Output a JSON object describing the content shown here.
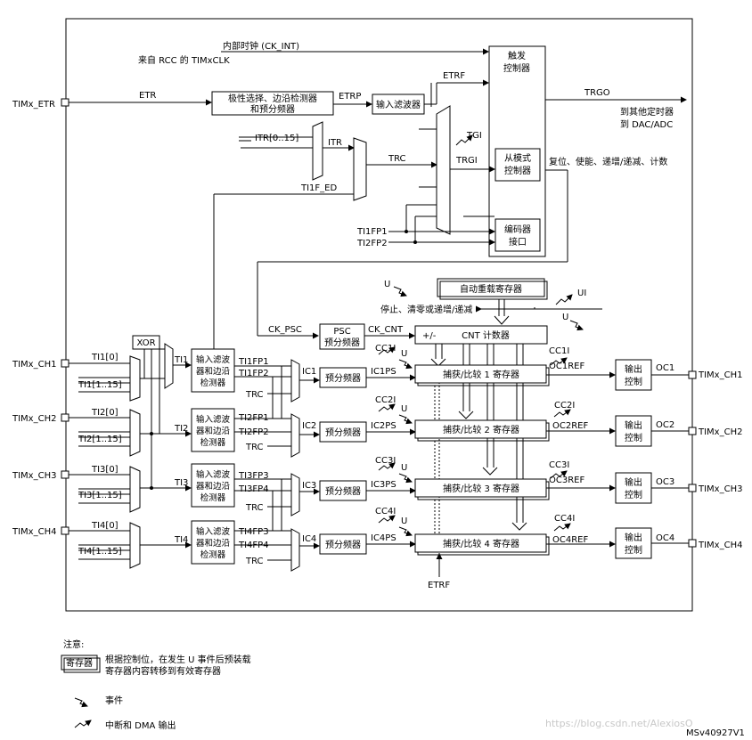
{
  "clock": {
    "internal_clock": "内部时钟 (CK_INT)",
    "from_rcc": "来自 RCC 的 TIMxCLK"
  },
  "pins": {
    "etr": "TIMx_ETR",
    "ch1_in": "TIMx_CH1",
    "ch2_in": "TIMx_CH2",
    "ch3_in": "TIMx_CH3",
    "ch4_in": "TIMx_CH4",
    "ch1_out": "TIMx_CH1",
    "ch2_out": "TIMx_CH2",
    "ch3_out": "TIMx_CH3",
    "ch4_out": "TIMx_CH4"
  },
  "signals": {
    "etr": "ETR",
    "etrp": "ETRP",
    "etrf": "ETRF",
    "etrf_bottom": "ETRF",
    "trgo": "TRGO",
    "to_other": "到其他定时器",
    "to_dac": "到 DAC/ADC",
    "itr_in": "ITR[0..15]",
    "itr": "ITR",
    "trc": "TRC",
    "trgi": "TRGI",
    "tgi": "TGI",
    "ti1f_ed": "TI1F_ED",
    "ti1fp1": "TI1FP1",
    "ti2fp2": "TI2FP2",
    "reset_etc": "复位、使能、递增/递减、计数",
    "ck_psc": "CK_PSC",
    "ck_cnt": "CK_CNT",
    "u": "U",
    "ui": "UI",
    "u2": "U",
    "updown": "+/-",
    "stop_clear": "停止、清零或递增/递减",
    "xor": "XOR",
    "ti1": "TI1",
    "ti2": "TI2",
    "ti3": "TI3",
    "ti4": "TI4",
    "ti1_0": "TI1[0]",
    "ti1_115": "TI1[1..15]",
    "ti2_0": "TI2[0]",
    "ti2_115": "TI2[1..15]",
    "ti3_0": "TI3[0]",
    "ti3_115": "TI3[1..15]",
    "ti4_0": "TI4[0]",
    "ti4_115": "TI4[1..15]",
    "ch1_fp1": "TI1FP1",
    "ch1_fp2": "TI1FP2",
    "ch1_trc": "TRC",
    "ch2_fp1": "TI2FP1",
    "ch2_fp2": "TI2FP2",
    "ch2_trc": "TRC",
    "ch3_fp3": "TI3FP3",
    "ch3_fp4": "TI3FP4",
    "ch3_trc": "TRC",
    "ch4_fp3": "TI4FP3",
    "ch4_fp4": "TI4FP4",
    "ch4_trc": "TRC",
    "ic1": "IC1",
    "ic2": "IC2",
    "ic3": "IC3",
    "ic4": "IC4",
    "ic1ps": "IC1PS",
    "ic2ps": "IC2PS",
    "ic3ps": "IC3PS",
    "ic4ps": "IC4PS",
    "cc1i_a": "CC1I",
    "cc1i_b": "CC1I",
    "cc2i_a": "CC2I",
    "cc2i_b": "CC2I",
    "cc3i_a": "CC3I",
    "cc3i_b": "CC3I",
    "cc4i_a": "CC4I",
    "cc4i_b": "CC4I",
    "u_ch1": "U",
    "u_ch2": "U",
    "u_ch3": "U",
    "u_ch4": "U",
    "oc1ref": "OC1REF",
    "oc2ref": "OC2REF",
    "oc3ref": "OC3REF",
    "oc4ref": "OC4REF",
    "oc1": "OC1",
    "oc2": "OC2",
    "oc3": "OC3",
    "oc4": "OC4"
  },
  "blocks": {
    "polarity_1": "极性选择、边沿检测器",
    "polarity_2": "和预分频器",
    "input_filter": "输入滤波器",
    "trigger_1": "触发",
    "trigger_2": "控制器",
    "slave_1": "从模式",
    "slave_2": "控制器",
    "encoder_1": "编码器",
    "encoder_2": "接口",
    "auto_reload": "自动重载寄存器",
    "psc_1": "PSC",
    "psc_2": "预分频器",
    "cnt": "CNT 计数器",
    "filter_1": "输入滤波",
    "filter_2": "器和边沿",
    "filter_3": "检测器",
    "prescaler": "预分频器",
    "cc1": "捕获/比较 1 寄存器",
    "cc2": "捕获/比较 2 寄存器",
    "cc3": "捕获/比较 3 寄存器",
    "cc4": "捕获/比较 4 寄存器",
    "out_1": "输出",
    "out_2": "控制"
  },
  "legend": {
    "title": "注意:",
    "reg_label": "寄存器",
    "reg_desc_1": "根据控制位，在发生 U 事件后预装载",
    "reg_desc_2": "寄存器内容转移到有效寄存器",
    "event": "事件",
    "irq": "中断和 DMA 输出"
  },
  "footer": {
    "id": "MSv40927V1",
    "watermark": "https://blog.csdn.net/AlexiosO"
  }
}
